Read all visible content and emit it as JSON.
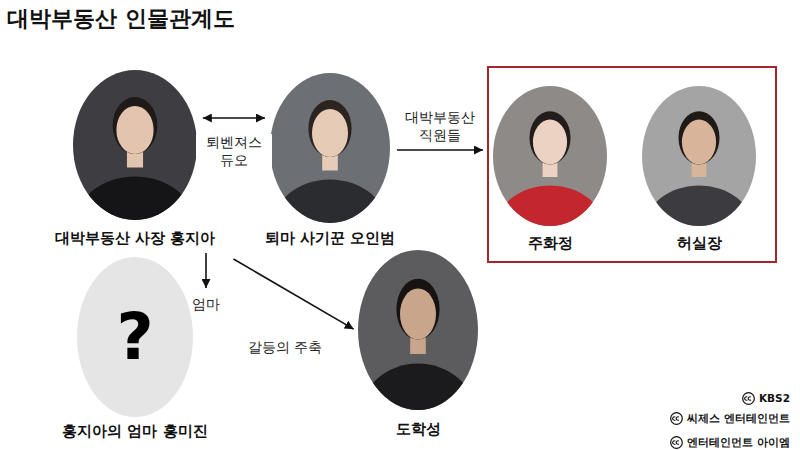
{
  "diagram": {
    "title": "대박부동산 인물관계도",
    "nodes": [
      {
        "text": [
          "대박부동산 사장 홍지아"
        ]
      },
      {
        "text": [
          "퇴마 사기꾼 오인범"
        ]
      },
      {
        "text": []
      },
      {
        "text": [
          "주화정"
        ],
        "in": 2
      },
      {
        "text": [
          "허실장"
        ],
        "in": 2
      },
      {
        "text": [
          "?",
          "홍지아의 엄마 홍미진"
        ]
      },
      {
        "text": [
          "도학성"
        ]
      }
    ],
    "edges": [
      {
        "from": 0,
        "to": 1,
        "label": "퇴벤져스 듀오",
        "arrow": "both"
      },
      {
        "from": 1,
        "to": 2,
        "label": "대박부동산 직원들",
        "arrow": "to"
      },
      {
        "from": 0,
        "to": 5,
        "label": "엄마",
        "arrow": "to"
      },
      {
        "from": 0,
        "to": 6,
        "label": "갈등의 주축",
        "arrow": "to"
      }
    ],
    "labels": [
      "KBS2",
      "씨제스 엔터테인먼트",
      "엔터테인먼트 아이엠"
    ]
  }
}
